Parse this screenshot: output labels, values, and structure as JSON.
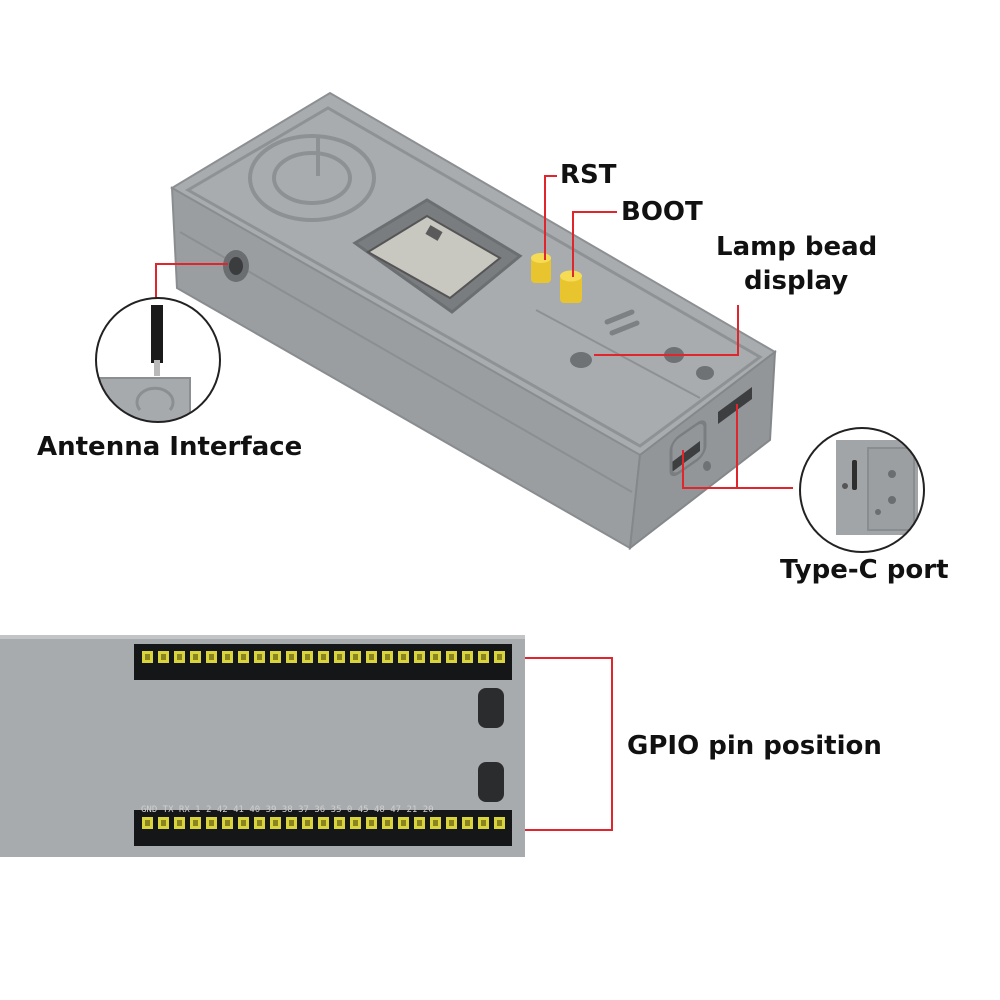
{
  "callouts": {
    "rst": "RST",
    "boot": "BOOT",
    "lamp_bead_line1": "Lamp bead",
    "lamp_bead_line2": "display",
    "antenna": "Antenna Interface",
    "type_c": "Type-C port",
    "gpio": "GPIO pin position"
  },
  "pin_labels": "GND TX  RX  1   2  42  41  40  39  38  37  36  35   0  45  48  47  21  20",
  "colors": {
    "case_gray": "#a3a6a9",
    "case_dark": "#8b8e91",
    "callout_red": "#e0262c",
    "button_yellow": "#f3d23a",
    "pin_yellow": "#d9d33c"
  }
}
